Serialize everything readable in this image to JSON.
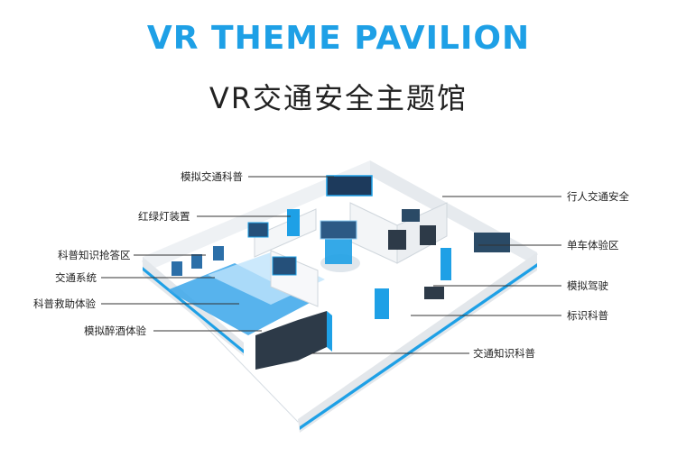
{
  "header": {
    "title_en": "VR  THEME PAVILION",
    "title_cn": "VR交通安全主题馆"
  },
  "colors": {
    "accent": "#1ea0e6",
    "leader_line": "#333333",
    "wall": "#f1f3f5",
    "floor": "#ffffff"
  },
  "labels": {
    "moni_jiaotong_kepu": "模拟交通科普",
    "hongludeng": "红绿灯装置",
    "kepu_qiangda": "科普知识抢答区",
    "jiaotong_xitong": "交通系统",
    "kepu_jiuzhu": "科普救助体验",
    "moni_zuijiu": "模拟醉酒体验",
    "xingren": "行人交通安全",
    "danche": "单车体验区",
    "moni_jiashi": "模拟驾驶",
    "biaoshi": "标识科普",
    "jiaotong_zhishi": "交通知识科普"
  }
}
